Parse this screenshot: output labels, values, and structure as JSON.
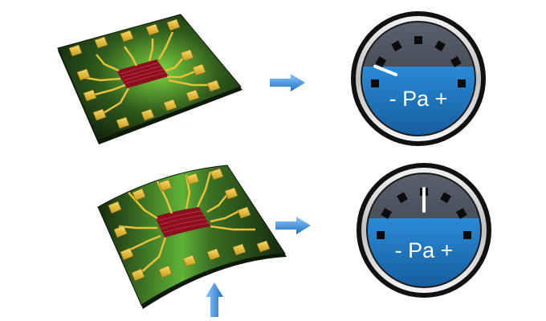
{
  "colors": {
    "chip_green_dark": "#1f3a14",
    "chip_green_light": "#7fd640",
    "pad_gold": "#e8c13a",
    "sensor_red": "#8a1020",
    "arrow_blue": "#3b8fe0",
    "gauge_blue": "#1e78c2",
    "gauge_rim": "#1d1d1d",
    "gauge_dial": "#3a3f48"
  },
  "rows": [
    {
      "name": "flat",
      "chip_state": "flat",
      "gauge": {
        "label": "- Pa +",
        "needle_fraction": 0.12
      }
    },
    {
      "name": "bent",
      "chip_state": "bent",
      "force_arrow": "up-arrow",
      "gauge": {
        "label": "- Pa +",
        "needle_fraction": 0.5
      }
    }
  ],
  "icons": [
    "right-arrow-icon",
    "up-arrow-icon"
  ]
}
